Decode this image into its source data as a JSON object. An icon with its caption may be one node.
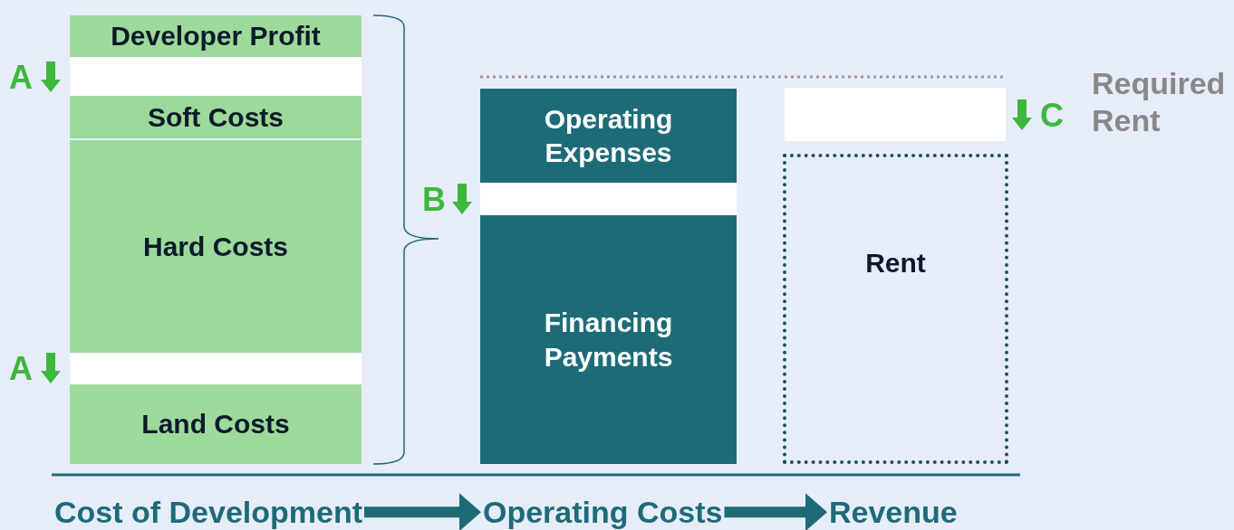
{
  "diagram": {
    "nodes": [
      {
        "text": [
          "Developer Profit"
        ]
      },
      {
        "text": [],
        "shape": "box"
      },
      {
        "text": [
          "Soft Costs"
        ]
      },
      {
        "text": [
          "Hard Costs"
        ]
      },
      {
        "text": [],
        "shape": "box"
      },
      {
        "text": [
          "Land Costs"
        ]
      },
      {
        "text": [
          "Operating Expenses"
        ]
      },
      {
        "text": [],
        "shape": "box"
      },
      {
        "text": [
          "Financing Payments"
        ]
      },
      {
        "text": [],
        "shape": "box"
      },
      {
        "text": [
          "Rent"
        ]
      },
      {
        "text": [
          "Cost of Development"
        ]
      },
      {
        "text": [
          "Operating Costs"
        ]
      },
      {
        "text": [
          "Revenue"
        ]
      }
    ],
    "edges": [
      {
        "from": 11,
        "to": 12,
        "arrow": "to"
      },
      {
        "from": 12,
        "to": 13,
        "arrow": "to"
      }
    ],
    "labels": [
      "A",
      "Required Rent",
      "C",
      "B",
      "A"
    ]
  }
}
